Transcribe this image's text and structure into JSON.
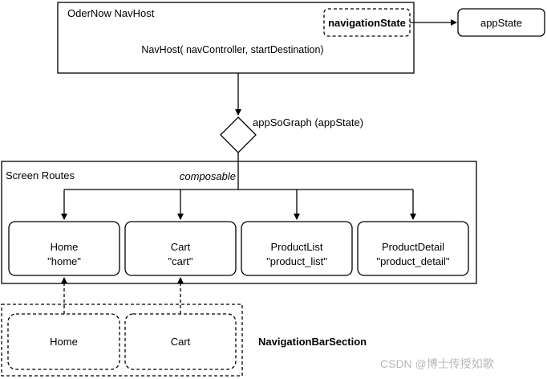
{
  "nav_host": {
    "title": "OderNow NavHost",
    "call": "NavHost( navController, startDestination)",
    "state_label": "navigationState"
  },
  "app_state": {
    "label": "appState"
  },
  "graph": {
    "label": "appSoGraph (appState)"
  },
  "screen_routes": {
    "title": "Screen Routes",
    "composable_label": "composable",
    "routes": [
      {
        "name": "Home",
        "route": "\"home\""
      },
      {
        "name": "Cart",
        "route": "\"cart\""
      },
      {
        "name": "ProductList",
        "route": "\"product_list\""
      },
      {
        "name": "ProductDetail",
        "route": "\"product_detail\""
      }
    ]
  },
  "navigation_bar": {
    "title": "NavigationBarSection",
    "items": [
      {
        "label": "Home"
      },
      {
        "label": "Cart"
      }
    ]
  },
  "watermark": "CSDN @博士传授如歌"
}
